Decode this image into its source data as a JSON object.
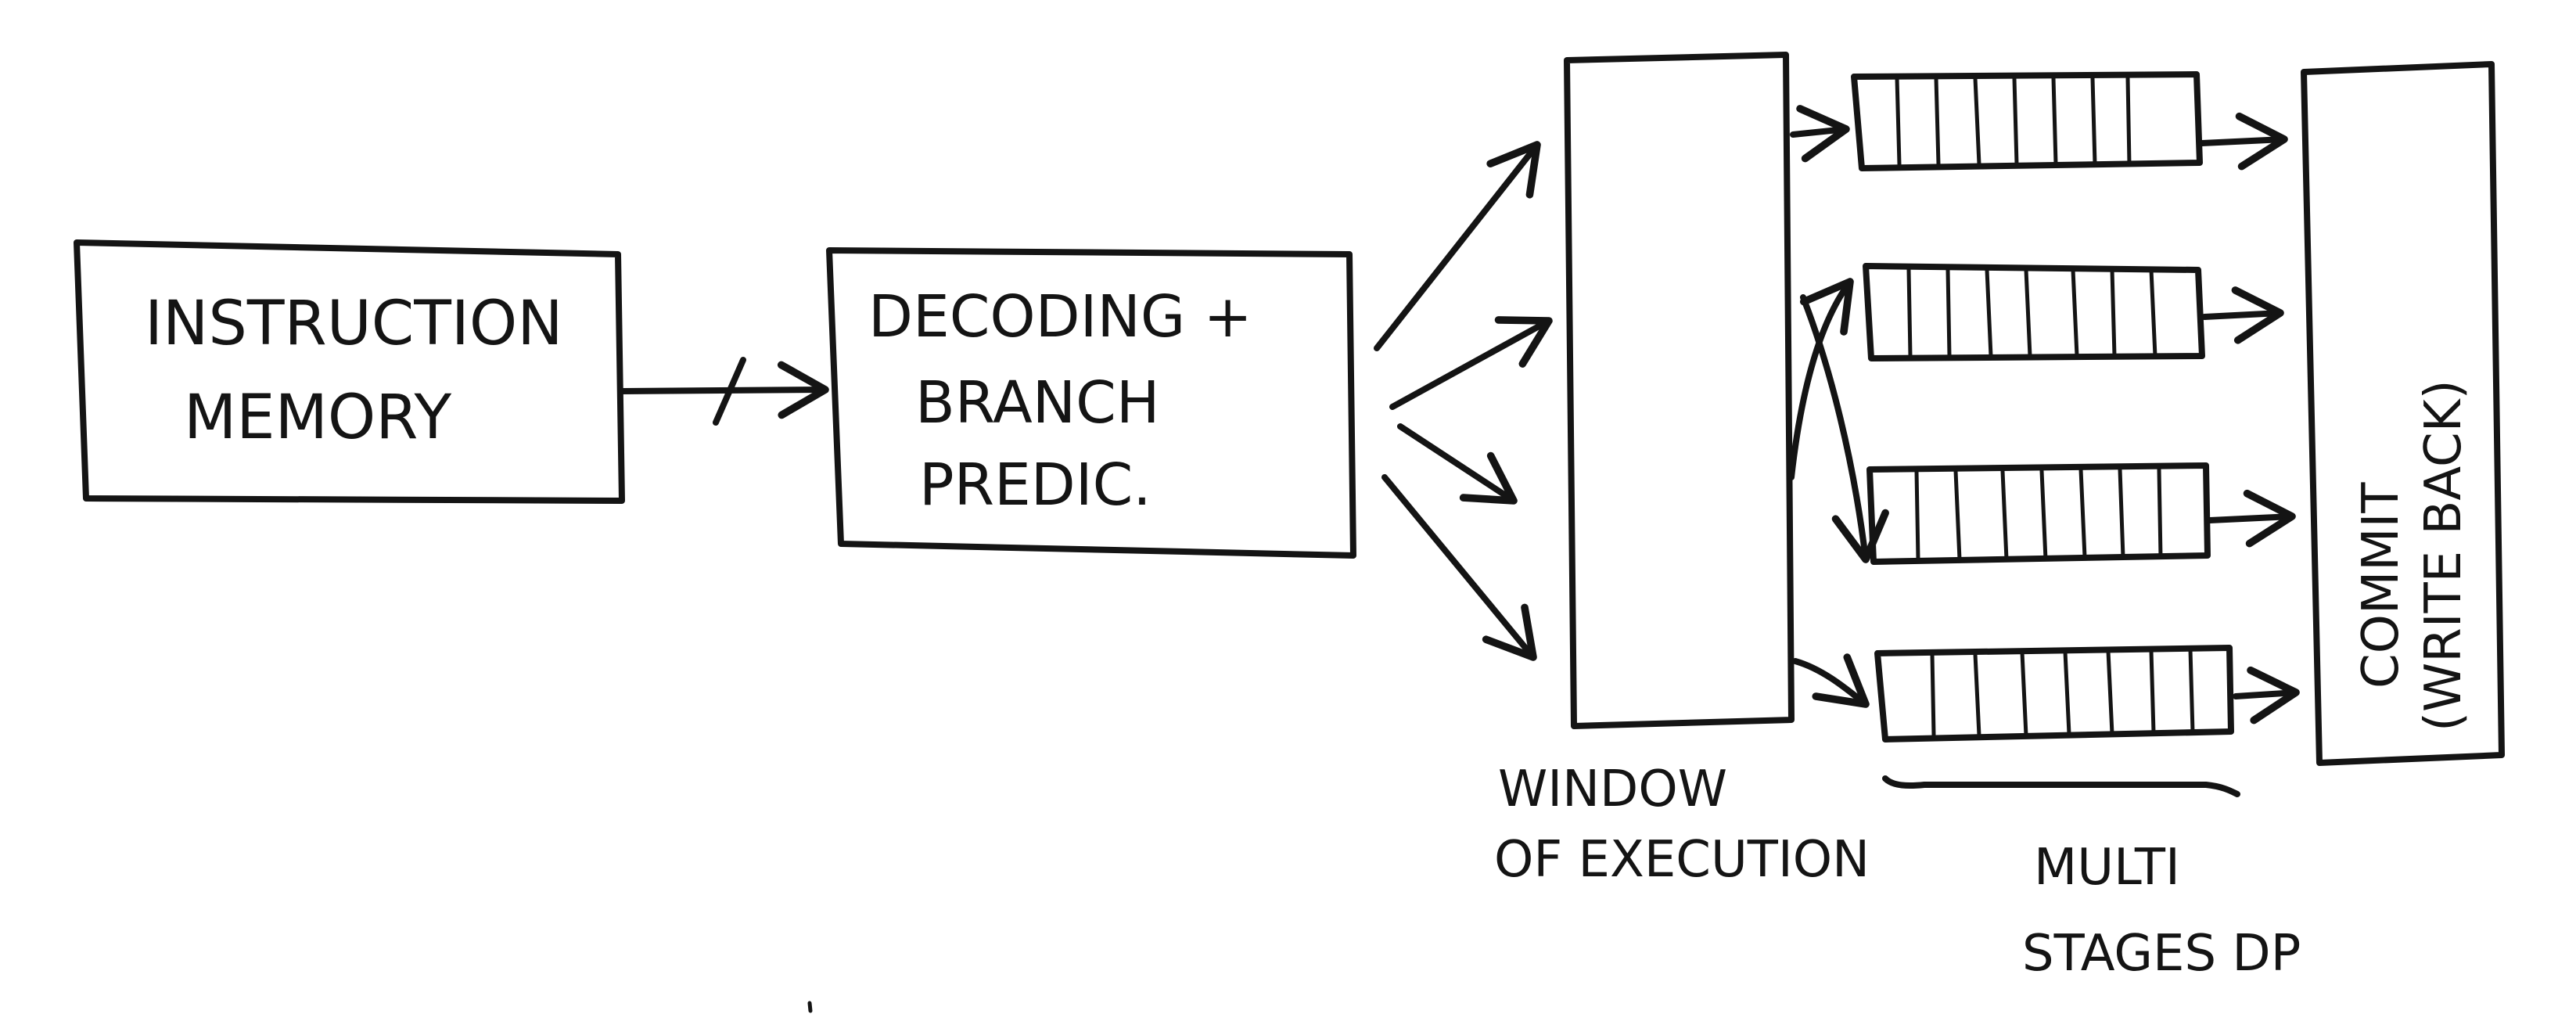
{
  "diagram": {
    "instruction_memory": {
      "line1": "INSTRUCTION",
      "line2": "MEMORY"
    },
    "decode": {
      "line1": "DECODING +",
      "line2": "BRANCH",
      "line3": "PREDIC."
    },
    "window": {
      "line1": "WINDOW",
      "line2": "OF EXECUTION"
    },
    "pipelines": {
      "line1": "MULTI",
      "line2": "STAGES DP"
    },
    "commit": {
      "line1": "COMMIT",
      "line2": "(WRITE BACK)"
    },
    "ink_color": "#141414"
  }
}
